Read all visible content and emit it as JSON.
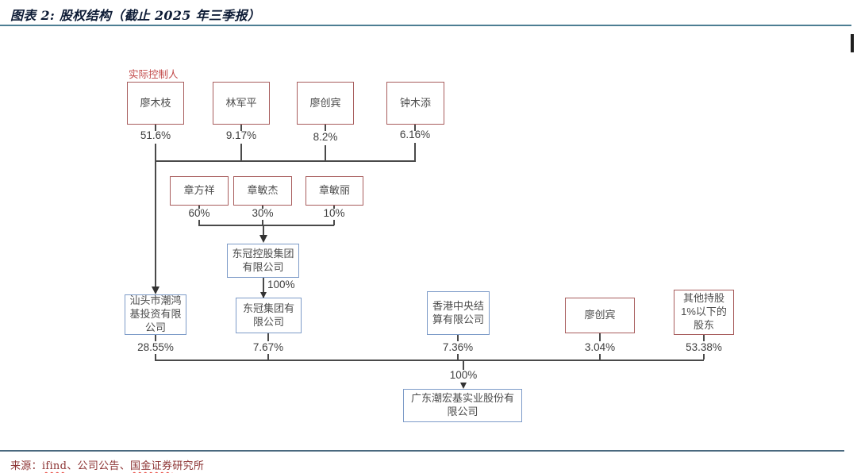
{
  "figure": {
    "title": "图表 2: 股权结构（截止 2025 年三季报）",
    "controller_label": "实际控制人"
  },
  "colors": {
    "red_box_border": "#a85d5d",
    "blue_box_border": "#7d9bc8",
    "title_rule": "#4d7e93",
    "bottom_rule": "#4a697f",
    "controller_label": "#c24a4a",
    "source_text": "#8c3333",
    "connector": "#4a4a4a"
  },
  "top_owners": [
    {
      "name": "廖木枝",
      "pct": "51.6%"
    },
    {
      "name": "林军平",
      "pct": "9.17%"
    },
    {
      "name": "廖创宾",
      "pct": "8.2%"
    },
    {
      "name": "钟木添",
      "pct": "6.16%"
    }
  ],
  "zhang_owners": [
    {
      "name": "章方祥",
      "pct": "60%"
    },
    {
      "name": "章敏杰",
      "pct": "30%"
    },
    {
      "name": "章敏丽",
      "pct": "10%"
    }
  ],
  "dongguan_holding": {
    "name": "东冠控股集团有限公司",
    "to_subsidiary_pct": "100%"
  },
  "mid_entities": [
    {
      "name": "汕头市潮鸿基投资有限公司",
      "pct": "28.55%",
      "style": "blue"
    },
    {
      "name": "东冠集团有限公司",
      "pct": "7.67%",
      "style": "blue"
    },
    {
      "name": "香港中央结算有限公司",
      "pct": "7.36%",
      "style": "blue"
    },
    {
      "name": "廖创宾",
      "pct": "3.04%",
      "style": "red"
    },
    {
      "name": "其他持股1%以下的股东",
      "pct": "53.38%",
      "style": "red"
    }
  ],
  "listed_company": {
    "name": "广东潮宏基实业股份有限公司",
    "total_pct": "100%"
  },
  "source": {
    "segments": [
      {
        "text": "来源："
      },
      {
        "text": "ifind",
        "wavy": true
      },
      {
        "text": "、公司公告、"
      },
      {
        "text": "国金证券",
        "wavy": true
      },
      {
        "text": "研究所"
      }
    ]
  }
}
